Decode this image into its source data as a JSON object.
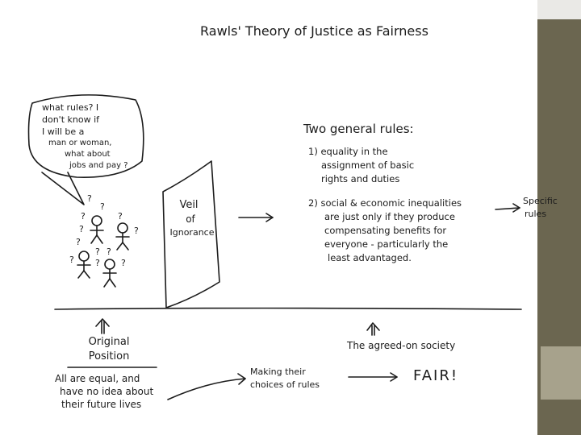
{
  "title": "Rawls' Theory of Justice as Fairness",
  "speech_bubble": [
    "what rules? I",
    "don't know if",
    "I will be a",
    "man or woman,",
    "what about",
    "jobs and pay ?"
  ],
  "veil_label": [
    "Veil",
    "of",
    "Ignorance"
  ],
  "rules": {
    "heading": "Two general rules:",
    "rule1": [
      "1) equality in the",
      "assignment of basic",
      "rights and duties"
    ],
    "rule2": [
      "2) social & economic inequalities",
      "are just only if they produce",
      "compensating benefits for",
      "everyone - particularly the",
      "least advantaged."
    ]
  },
  "specific_rules": [
    "Specific",
    "rules"
  ],
  "original_position": [
    "Original",
    "Position"
  ],
  "all_equal_note": [
    "All are equal, and",
    "have no idea about",
    "their future lives"
  ],
  "making_choices": [
    "Making their",
    "choices of rules"
  ],
  "agreed_society": "The agreed-on society",
  "fair": "FAIR!",
  "question_mark": "?",
  "colors": {
    "ink": "#1b1b1b",
    "side_bar": "#6b6650",
    "side_bar_light": "#eae9e6",
    "notch": "#a7a28c"
  }
}
